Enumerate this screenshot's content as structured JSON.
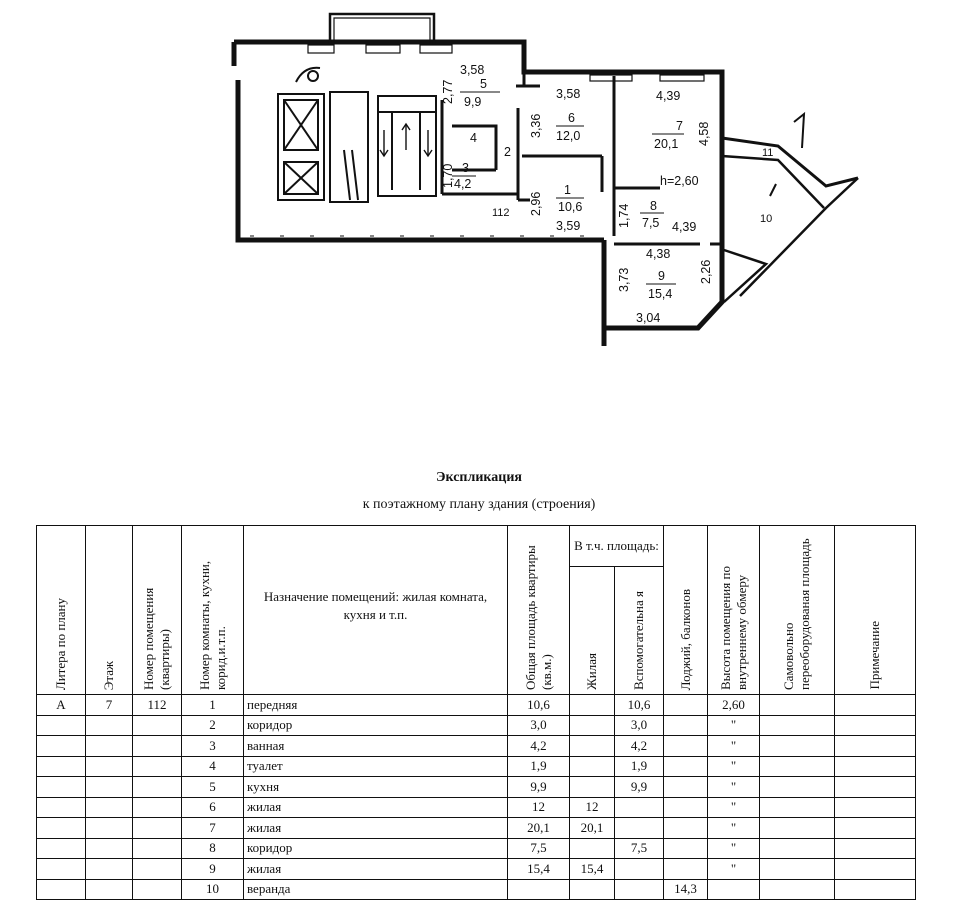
{
  "plan": {
    "rooms": [
      {
        "num": "1",
        "area": "10,6"
      },
      {
        "num": "2"
      },
      {
        "num": "3",
        "area": "4,2"
      },
      {
        "num": "4"
      },
      {
        "num": "5",
        "area": "9,9"
      },
      {
        "num": "6",
        "area": "12,0"
      },
      {
        "num": "7",
        "area": "20,1"
      },
      {
        "num": "8",
        "area": "7,5"
      },
      {
        "num": "9",
        "area": "15,4"
      },
      {
        "num": "10"
      },
      {
        "num": "11"
      }
    ],
    "dimensions": [
      "3,58",
      "2,77",
      "3,58",
      "4,39",
      "3,36",
      "4,58",
      "1,70",
      "2,96",
      "1,74",
      "4,39",
      "3,59",
      "4,38",
      "3,73",
      "2,26",
      "3,04"
    ],
    "height_label": "h=2,60",
    "apartment_label": "112"
  },
  "document": {
    "title": "Экспликация",
    "subtitle": "к поэтажному плану здания (строения)"
  },
  "table": {
    "headers": {
      "litera": "Литера по плану",
      "floor": "Этаж",
      "apt_num": "Номер помещения (квартиры)",
      "room_num": "Номер комнаты, кухни, корид.и.т.п.",
      "purpose": "Назначение помещений: жилая комната, кухня и т.п.",
      "total": "Общая площадь квартиры (кв.м.)",
      "incl": "В т.ч. площадь:",
      "living": "Жилая",
      "aux": "Вспомогательна я",
      "loggia": "Лоджий, балконов",
      "height": "Высота помещения по внутреннему обмеру",
      "illegal": "Самовольно переоборудованая площадь",
      "note": "Примечание"
    },
    "rows": [
      {
        "litera": "А",
        "floor": "7",
        "apt": "112",
        "room": "1",
        "purpose": "передняя",
        "total": "10,6",
        "living": "",
        "aux": "10,6",
        "loggia": "",
        "height": "2,60"
      },
      {
        "litera": "",
        "floor": "",
        "apt": "",
        "room": "2",
        "purpose": "коридор",
        "total": "3,0",
        "living": "",
        "aux": "3,0",
        "loggia": "",
        "height": "\""
      },
      {
        "litera": "",
        "floor": "",
        "apt": "",
        "room": "3",
        "purpose": "ванная",
        "total": "4,2",
        "living": "",
        "aux": "4,2",
        "loggia": "",
        "height": "\""
      },
      {
        "litera": "",
        "floor": "",
        "apt": "",
        "room": "4",
        "purpose": "туалет",
        "total": "1,9",
        "living": "",
        "aux": "1,9",
        "loggia": "",
        "height": "\""
      },
      {
        "litera": "",
        "floor": "",
        "apt": "",
        "room": "5",
        "purpose": "кухня",
        "total": "9,9",
        "living": "",
        "aux": "9,9",
        "loggia": "",
        "height": "\""
      },
      {
        "litera": "",
        "floor": "",
        "apt": "",
        "room": "6",
        "purpose": "жилая",
        "total": "12",
        "living": "12",
        "aux": "",
        "loggia": "",
        "height": "\""
      },
      {
        "litera": "",
        "floor": "",
        "apt": "",
        "room": "7",
        "purpose": "жилая",
        "total": "20,1",
        "living": "20,1",
        "aux": "",
        "loggia": "",
        "height": "\""
      },
      {
        "litera": "",
        "floor": "",
        "apt": "",
        "room": "8",
        "purpose": "коридор",
        "total": "7,5",
        "living": "",
        "aux": "7,5",
        "loggia": "",
        "height": "\""
      },
      {
        "litera": "",
        "floor": "",
        "apt": "",
        "room": "9",
        "purpose": "жилая",
        "total": "15,4",
        "living": "15,4",
        "aux": "",
        "loggia": "",
        "height": "\""
      },
      {
        "litera": "",
        "floor": "",
        "apt": "",
        "room": "10",
        "purpose": "веранда",
        "total": "",
        "living": "",
        "aux": "",
        "loggia": "14,3",
        "height": ""
      }
    ]
  }
}
